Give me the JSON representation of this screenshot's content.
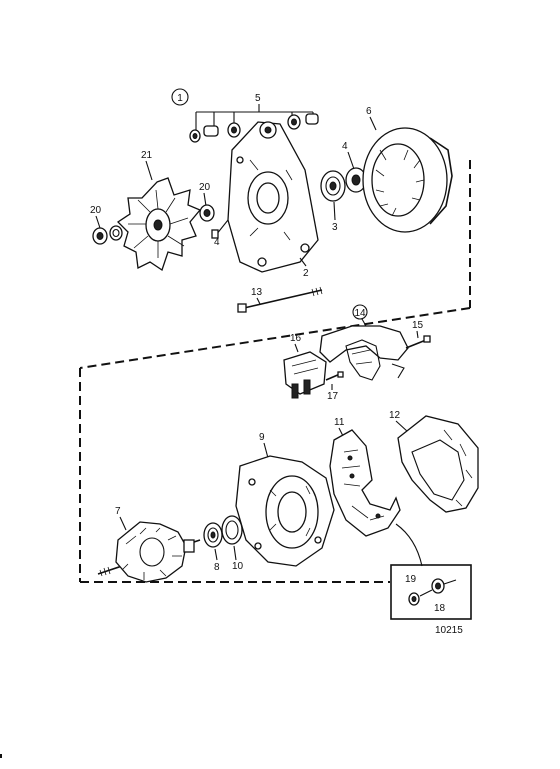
{
  "callouts": {
    "c1": "1",
    "c2": "2",
    "c3": "3",
    "c4": "4",
    "c5": "5",
    "c6": "6",
    "c7": "7",
    "c8": "8",
    "c9": "9",
    "c10": "10",
    "c11": "11",
    "c12": "12",
    "c13": "13",
    "c14": "14",
    "c15": "15",
    "c16": "16",
    "c17": "17",
    "c18": "18",
    "c19": "19",
    "c20a": "20",
    "c20b": "20",
    "c21": "21"
  },
  "figure_code": "10215"
}
